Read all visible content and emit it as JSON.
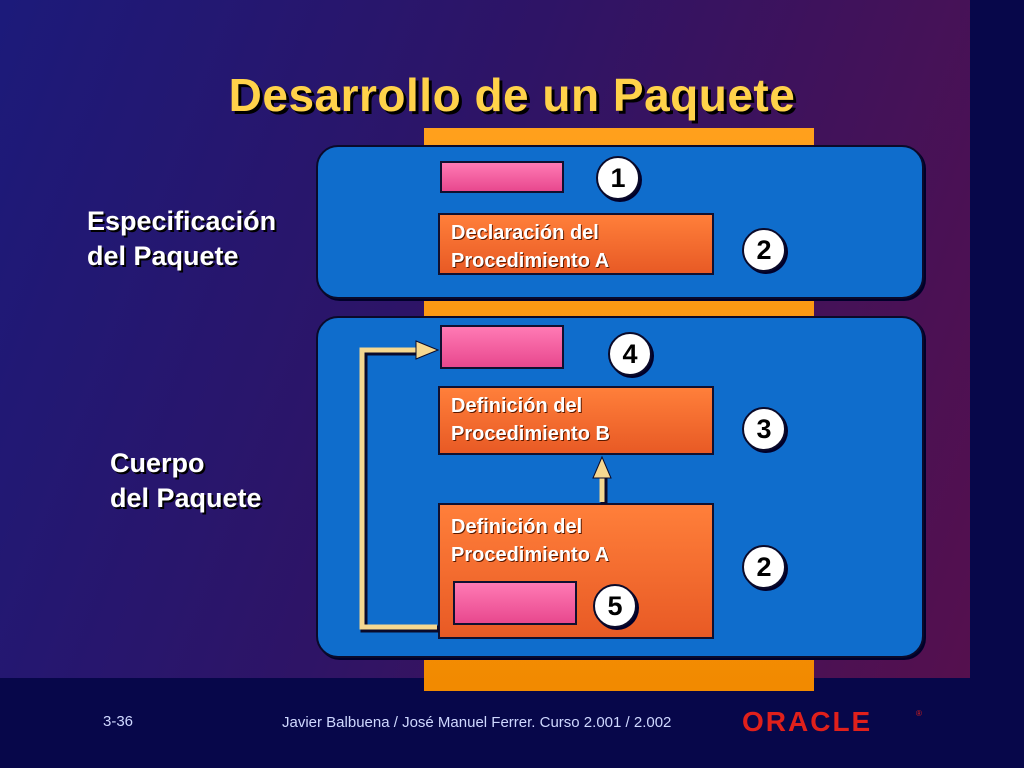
{
  "slide": {
    "title": "Desarrollo de un Paquete",
    "spec_label": [
      "Especificación",
      "del Paquete"
    ],
    "body_label": [
      "Cuerpo",
      "del Paquete"
    ],
    "spec_proc": [
      "Declaración del",
      "Procedimiento A"
    ],
    "body_proc_b": [
      "Definición del",
      "Procedimiento B"
    ],
    "body_proc_a": [
      "Definición del",
      "Procedimiento A"
    ],
    "numbers": {
      "n1": "1",
      "n2_spec": "2",
      "n4": "4",
      "n3": "3",
      "n2_body": "2",
      "n5": "5"
    }
  },
  "footer": {
    "page": "3-36",
    "credits": "Javier Balbuena / José Manuel Ferrer. Curso 2.001 / 2.002",
    "logo": "ORACLE"
  },
  "colors": {
    "title": "#ffd24a",
    "panel": "#0f6dcc",
    "spine": "#ffa01c",
    "proc_box": "#e85a25",
    "pink_box": "#ff7ab4",
    "arrow": "#f5d890",
    "logo": "#e0201b"
  },
  "icons": [
    "arrow-right-icon",
    "arrow-up-icon"
  ]
}
